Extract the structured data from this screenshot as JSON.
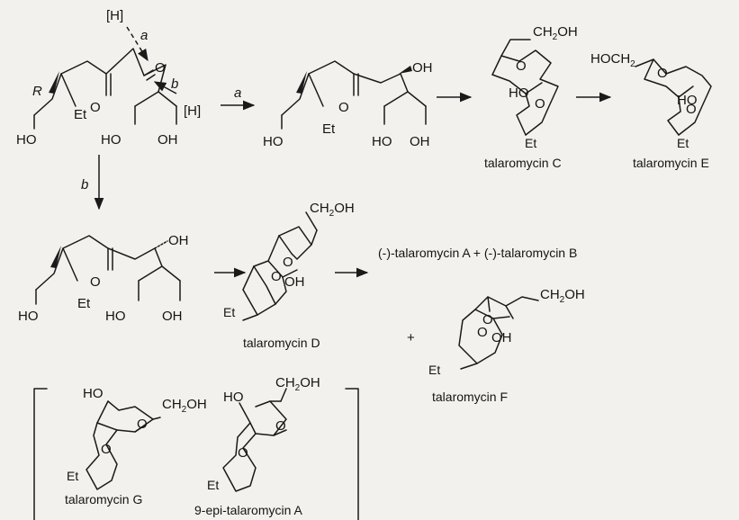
{
  "reagents": {
    "hydride": "[H]",
    "path_a": "a",
    "path_b": "b"
  },
  "atoms": {
    "oh": "OH",
    "ho": "HO",
    "o": "O",
    "et": "Et",
    "r": "R",
    "ch2oh_pre": "CH",
    "ch2oh_sub": "2",
    "ch2oh_post": "OH",
    "hoch2_pre": "HOCH",
    "hoch2_sub": "2"
  },
  "compounds": {
    "talaromycin_c": "talaromycin C",
    "talaromycin_e": "talaromycin E",
    "talaromycin_d": "talaromycin D",
    "talaromycin_f": "talaromycin F",
    "talaromycin_g": "talaromycin G",
    "epi_talaromycin_a": "9-epi-talaromycin A",
    "talaromycin_ab": "(-)-talaromycin A  +  (-)-talaromycin B",
    "plus": "+"
  }
}
